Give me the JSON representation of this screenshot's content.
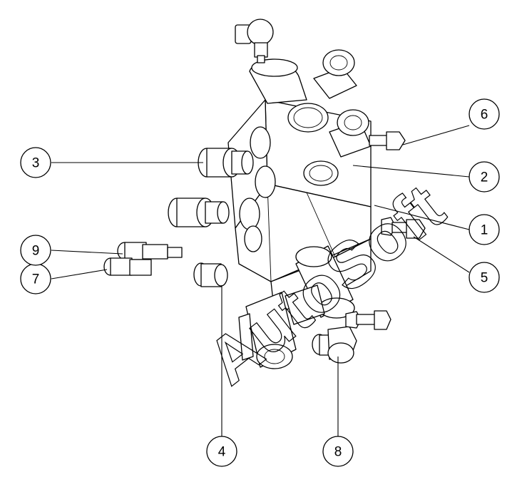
{
  "callouts": [
    {
      "id": "c1",
      "label": "1"
    },
    {
      "id": "c2",
      "label": "2"
    },
    {
      "id": "c3",
      "label": "3"
    },
    {
      "id": "c4",
      "label": "4"
    },
    {
      "id": "c5",
      "label": "5"
    },
    {
      "id": "c6",
      "label": "6"
    },
    {
      "id": "c7",
      "label": "7"
    },
    {
      "id": "c8",
      "label": "8"
    },
    {
      "id": "c9",
      "label": "9"
    }
  ],
  "watermark": "AutoSoft"
}
